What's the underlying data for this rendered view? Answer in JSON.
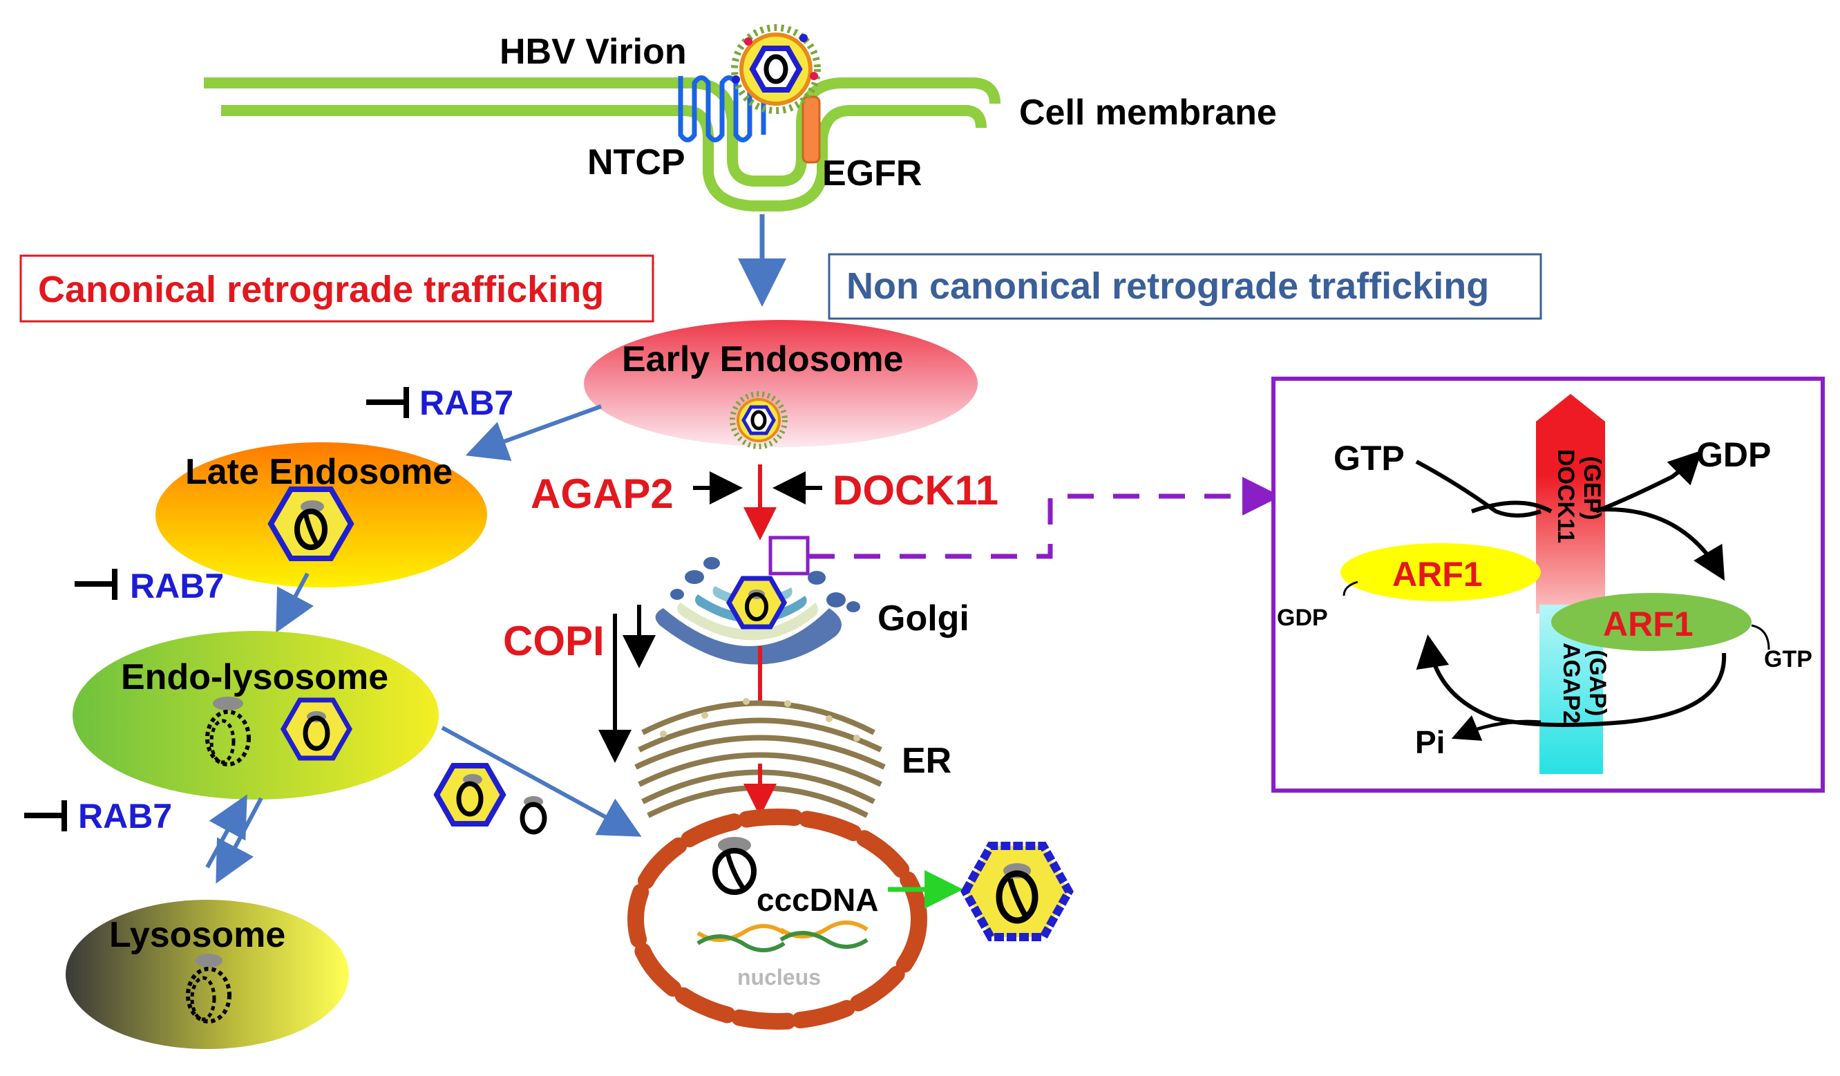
{
  "labels": {
    "hbv_virion": "HBV Virion",
    "cell_membrane": "Cell membrane",
    "ntcp": "NTCP",
    "egfr": "EGFR",
    "canonical": "Canonical retrograde trafficking",
    "non_canonical": "Non canonical retrograde trafficking",
    "early_endosome": "Early Endosome",
    "late_endosome": "Late Endosome",
    "endo_lysosome": "Endo-lysosome",
    "lysosome": "Lysosome",
    "rab7_1": "RAB7",
    "rab7_2": "RAB7",
    "rab7_3": "RAB7",
    "agap2": "AGAP2",
    "dock11": "DOCK11",
    "copi": "COPI",
    "golgi": "Golgi",
    "er": "ER",
    "cccdna": "cccDNA",
    "nucleus": "nucleus"
  },
  "cycle": {
    "gtp_top": "GTP",
    "gdp_top": "GDP",
    "arf1_left": "ARF1",
    "arf1_right": "ARF1",
    "gdp_small": "GDP",
    "gtp_small": "GTP",
    "pi": "Pi",
    "dock11_gef_1": "DOCK11",
    "dock11_gef_2": "(GEF)",
    "agap2_gap_1": "AGAP2",
    "agap2_gap_2": "(GAP)"
  },
  "colors": {
    "red_text": "#e3171e",
    "blue_text": "#1c1cd6",
    "box_blue_text": "#3b5f98",
    "membrane_green": "#8fce3f",
    "purple": "#8a1fc6"
  }
}
